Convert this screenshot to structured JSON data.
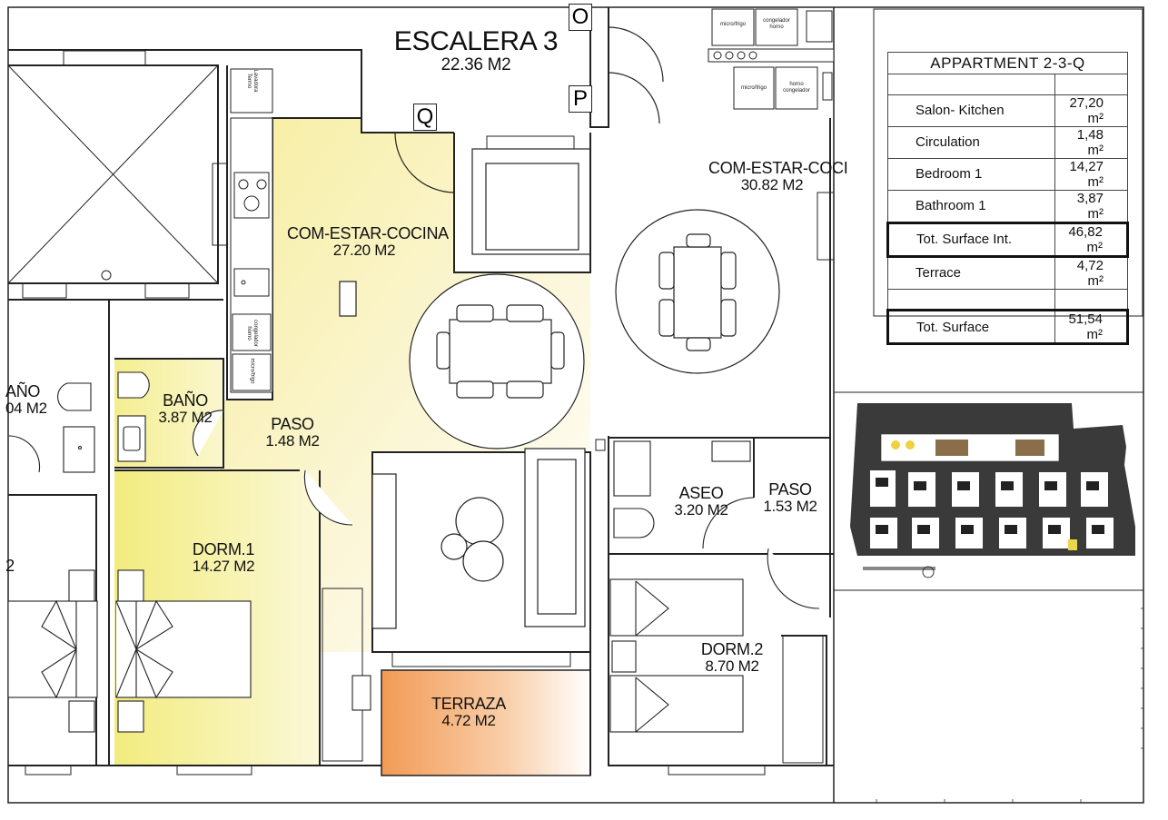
{
  "rooms": {
    "escalera": {
      "name": "ESCALERA 3",
      "area": "22.36 M2"
    },
    "com_estar_cocina": {
      "name": "COM-ESTAR-COCINA",
      "area": "27.20 M2"
    },
    "com_estar_cocina_right": {
      "name": "COM-ESTAR-COCI",
      "area": "30.82 M2"
    },
    "bano": {
      "name": "BAÑO",
      "area": "3.87 M2"
    },
    "bano_left": {
      "name": "AÑO",
      "area": "04 M2"
    },
    "paso": {
      "name": "PASO",
      "area": "1.48 M2"
    },
    "dorm1": {
      "name": "DORM.1",
      "area": "14.27 M2"
    },
    "terraza": {
      "name": "TERRAZA",
      "area": "4.72 M2"
    },
    "aseo": {
      "name": "ASEO",
      "area": "3.20 M2"
    },
    "paso_right": {
      "name": "PASO",
      "area": "1.53 M2"
    },
    "dorm2": {
      "name": "DORM.2",
      "area": "8.70 M2"
    },
    "cut_left": {
      "name": "2"
    }
  },
  "symbols": {
    "o": "O",
    "p": "P",
    "q": "Q"
  },
  "appliance_labels": {
    "microfrigo": "micro/frigo",
    "congelador_horno": "congelador horno",
    "horno_congelador": "horno congelador",
    "lavadora_termo": "Lavadora Termo"
  },
  "surface_table": {
    "title": "APPARTMENT 2-3-Q",
    "rows": [
      {
        "label": "",
        "value": ""
      },
      {
        "label": "Salon- Kitchen",
        "value": "27,20 m²"
      },
      {
        "label": "Circulation",
        "value": "1,48 m²"
      },
      {
        "label": "Bedroom 1",
        "value": "14,27 m²"
      },
      {
        "label": "Bathroom 1",
        "value": "3,87 m²"
      },
      {
        "label": "Tot. Surface Int.",
        "value": "46,82 m²",
        "bold": true
      },
      {
        "label": "Terrace",
        "value": "4,72 m²"
      },
      {
        "label": "",
        "value": ""
      },
      {
        "label": "Tot. Surface",
        "value": "51,54 m²",
        "bold": true
      }
    ]
  },
  "colors": {
    "living_fill": "#faf3c8",
    "bedroom_fill": "#f3ef9a",
    "terrace_fill": "#f4a86a",
    "wall": "#222222"
  }
}
